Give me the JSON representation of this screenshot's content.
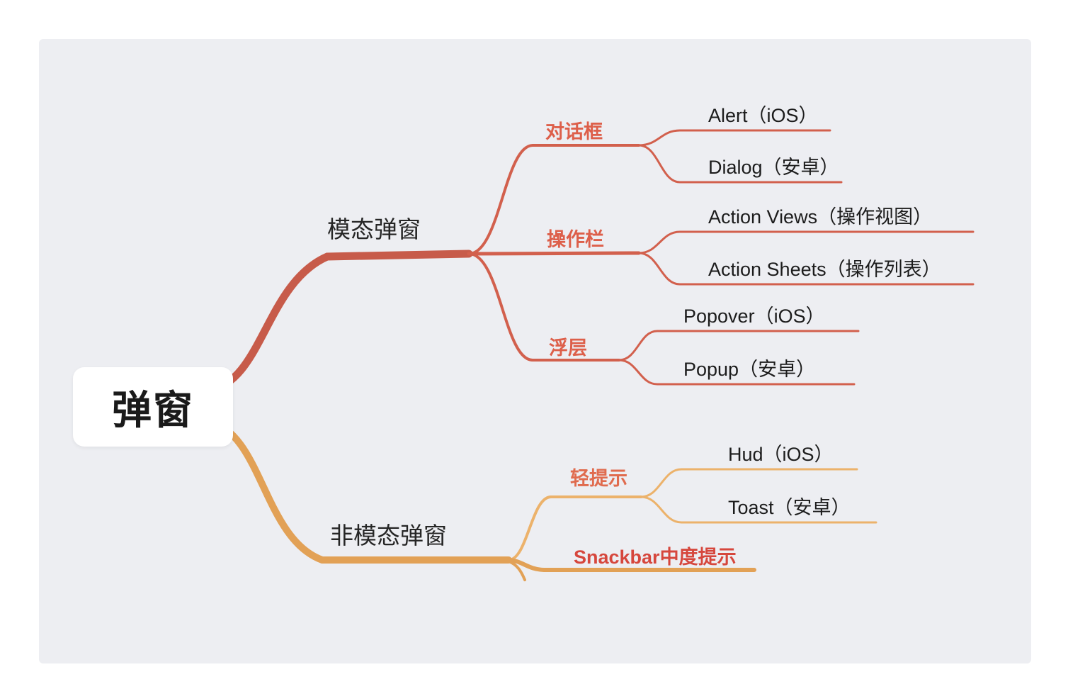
{
  "canvas": {
    "background_color": "#ffffff",
    "panel_color": "#edeef2"
  },
  "root": {
    "label": "弹窗"
  },
  "branches": [
    {
      "label": "模态弹窗",
      "color": "#c75b4a",
      "children": [
        {
          "label": "对话框",
          "leaves": [
            "Alert（iOS）",
            "Dialog（安卓）"
          ]
        },
        {
          "label": "操作栏",
          "leaves": [
            "Action Views（操作视图）",
            "Action Sheets（操作列表）"
          ]
        },
        {
          "label": "浮层",
          "leaves": [
            "Popover（iOS）",
            "Popup（安卓）"
          ]
        }
      ]
    },
    {
      "label": "非模态弹窗",
      "color": "#e2a156",
      "children": [
        {
          "label": "轻提示",
          "leaves": [
            "Hud（iOS）",
            "Toast（安卓）"
          ]
        },
        {
          "label": "Snackbar中度提示",
          "leaves": []
        }
      ]
    }
  ]
}
